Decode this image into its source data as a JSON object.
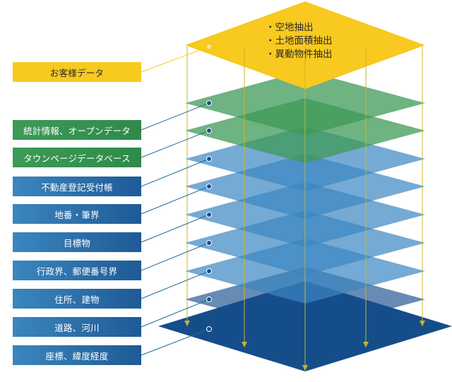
{
  "top_layer": {
    "label": "お客様データ",
    "bullets": [
      "空地抽出",
      "土地面積抽出",
      "異動物件抽出"
    ]
  },
  "layers": [
    {
      "label": "統計情報、オープンデータ",
      "color": "green"
    },
    {
      "label": "タウンページデータベース",
      "color": "green"
    },
    {
      "label": "不動産登記受付帳",
      "color": "blue"
    },
    {
      "label": "地番・筆界",
      "color": "blue"
    },
    {
      "label": "目標物",
      "color": "blue"
    },
    {
      "label": "行政界、郵便番号界",
      "color": "blue"
    },
    {
      "label": "住所、建物",
      "color": "blue"
    },
    {
      "label": "道路、河川",
      "color": "blue"
    },
    {
      "label": "座標、緯度経度",
      "color": "navy"
    }
  ],
  "colors": {
    "yellow": "#f8c91f",
    "green": "#3d9a57",
    "blue": "#3a86c2",
    "navy": "#154d8a",
    "arrow": "#c9b42a"
  }
}
